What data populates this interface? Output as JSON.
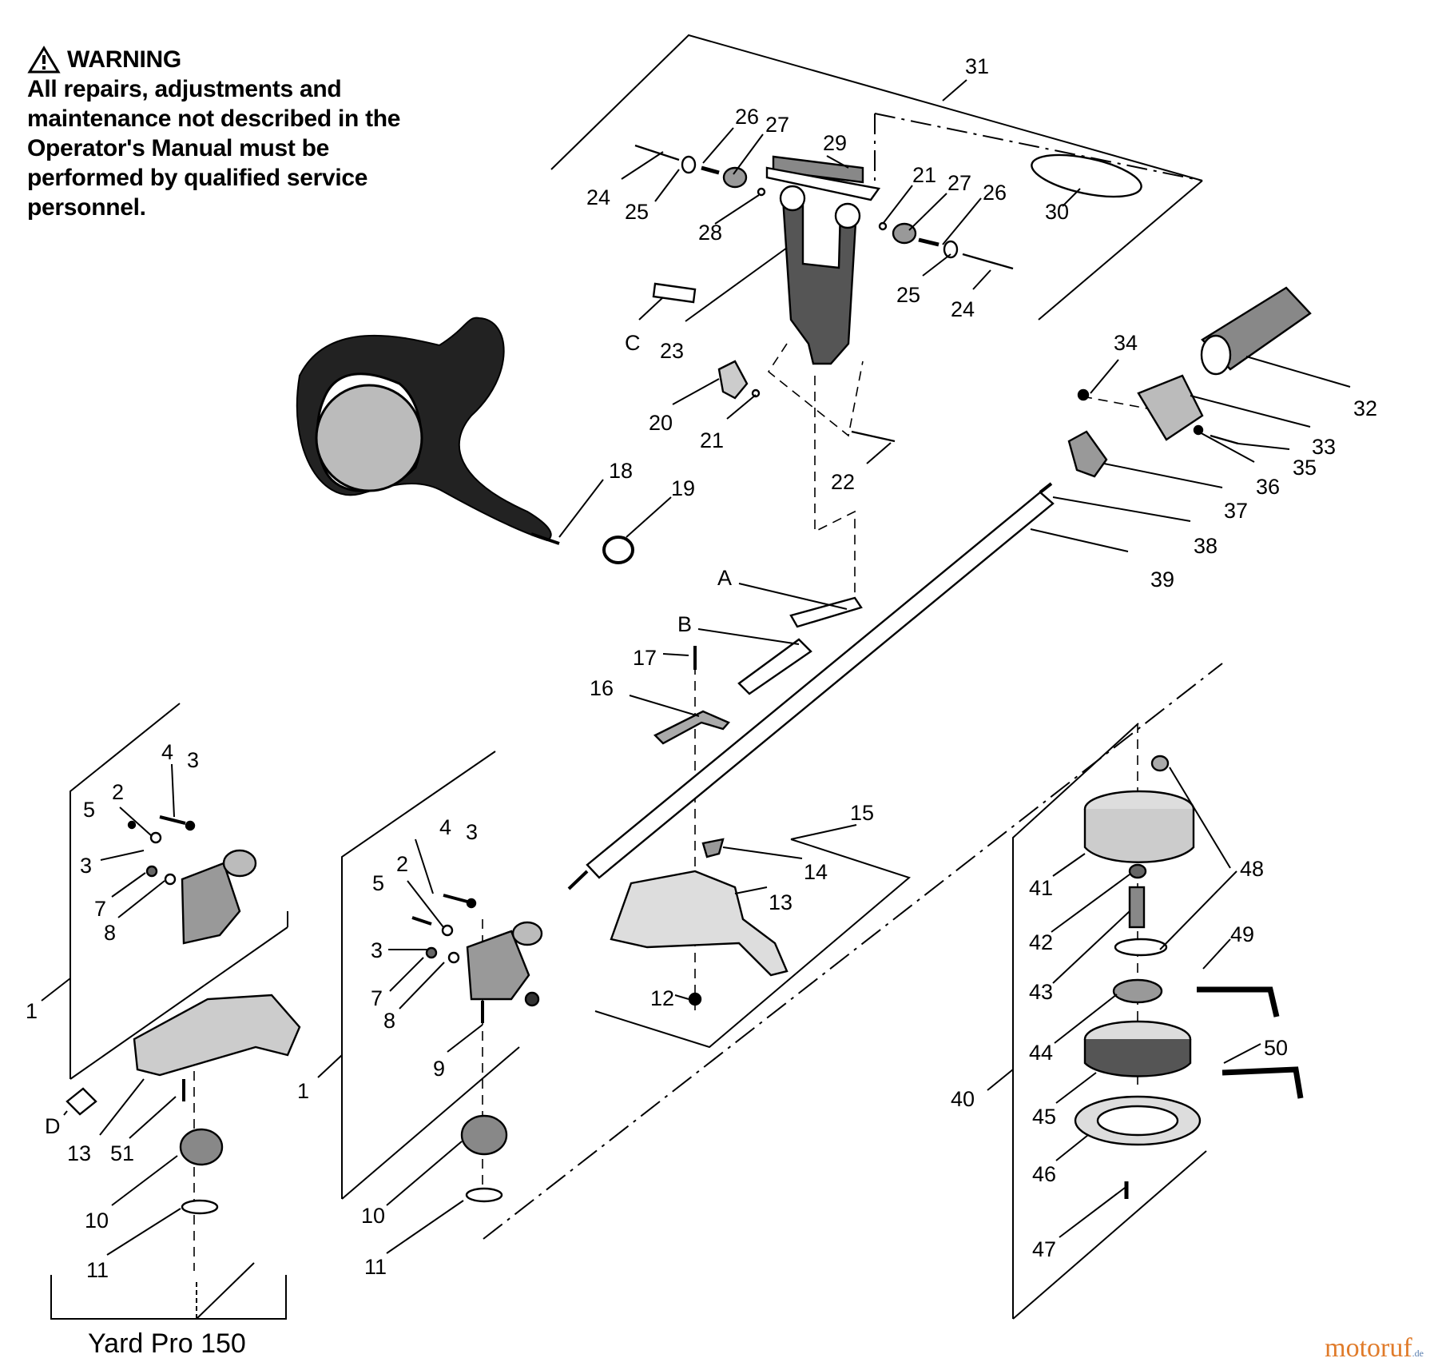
{
  "warning": {
    "heading": "WARNING",
    "text": "All repairs, adjustments and maintenance not described in the Operator's Manual must be performed by qualified service personnel."
  },
  "model_label": "Yard Pro 150",
  "watermark": {
    "brand": "motoruf",
    "suffix": ".de"
  },
  "colors": {
    "ink": "#000000",
    "paper": "#ffffff",
    "brand_orange": "#e07b2a",
    "brand_blue": "#5b7fb0"
  },
  "callouts": [
    {
      "id": "31",
      "label": "31"
    },
    {
      "id": "26a",
      "label": "26"
    },
    {
      "id": "27a",
      "label": "27"
    },
    {
      "id": "29",
      "label": "29"
    },
    {
      "id": "21a",
      "label": "21"
    },
    {
      "id": "27b",
      "label": "27"
    },
    {
      "id": "26b",
      "label": "26"
    },
    {
      "id": "30",
      "label": "30"
    },
    {
      "id": "24a",
      "label": "24"
    },
    {
      "id": "25a",
      "label": "25"
    },
    {
      "id": "28",
      "label": "28"
    },
    {
      "id": "25b",
      "label": "25"
    },
    {
      "id": "24b",
      "label": "24"
    },
    {
      "id": "C",
      "label": "C"
    },
    {
      "id": "23",
      "label": "23"
    },
    {
      "id": "34",
      "label": "34"
    },
    {
      "id": "32",
      "label": "32"
    },
    {
      "id": "33",
      "label": "33"
    },
    {
      "id": "35",
      "label": "35"
    },
    {
      "id": "36",
      "label": "36"
    },
    {
      "id": "37",
      "label": "37"
    },
    {
      "id": "20",
      "label": "20"
    },
    {
      "id": "21b",
      "label": "21"
    },
    {
      "id": "22",
      "label": "22"
    },
    {
      "id": "18",
      "label": "18"
    },
    {
      "id": "19",
      "label": "19"
    },
    {
      "id": "38",
      "label": "38"
    },
    {
      "id": "39",
      "label": "39"
    },
    {
      "id": "A",
      "label": "A"
    },
    {
      "id": "B",
      "label": "B"
    },
    {
      "id": "17",
      "label": "17"
    },
    {
      "id": "16",
      "label": "16"
    },
    {
      "id": "15",
      "label": "15"
    },
    {
      "id": "14",
      "label": "14"
    },
    {
      "id": "13a",
      "label": "13"
    },
    {
      "id": "12",
      "label": "12"
    },
    {
      "id": "4a",
      "label": "4"
    },
    {
      "id": "3a",
      "label": "3"
    },
    {
      "id": "2a",
      "label": "2"
    },
    {
      "id": "5a",
      "label": "5"
    },
    {
      "id": "3b",
      "label": "3"
    },
    {
      "id": "7a",
      "label": "7"
    },
    {
      "id": "8a",
      "label": "8"
    },
    {
      "id": "1a",
      "label": "1"
    },
    {
      "id": "D",
      "label": "D"
    },
    {
      "id": "13b",
      "label": "13"
    },
    {
      "id": "51",
      "label": "51"
    },
    {
      "id": "10a",
      "label": "10"
    },
    {
      "id": "11a",
      "label": "11"
    },
    {
      "id": "4b",
      "label": "4"
    },
    {
      "id": "3c",
      "label": "3"
    },
    {
      "id": "2b",
      "label": "2"
    },
    {
      "id": "5b",
      "label": "5"
    },
    {
      "id": "3d",
      "label": "3"
    },
    {
      "id": "7b",
      "label": "7"
    },
    {
      "id": "8b",
      "label": "8"
    },
    {
      "id": "9",
      "label": "9"
    },
    {
      "id": "1b",
      "label": "1"
    },
    {
      "id": "10b",
      "label": "10"
    },
    {
      "id": "11b",
      "label": "11"
    },
    {
      "id": "41",
      "label": "41"
    },
    {
      "id": "48",
      "label": "48"
    },
    {
      "id": "42",
      "label": "42"
    },
    {
      "id": "43",
      "label": "43"
    },
    {
      "id": "49",
      "label": "49"
    },
    {
      "id": "44",
      "label": "44"
    },
    {
      "id": "50",
      "label": "50"
    },
    {
      "id": "40",
      "label": "40"
    },
    {
      "id": "45",
      "label": "45"
    },
    {
      "id": "46",
      "label": "46"
    },
    {
      "id": "47",
      "label": "47"
    }
  ]
}
